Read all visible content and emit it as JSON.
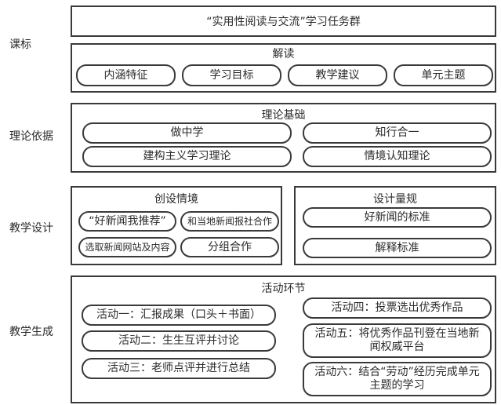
{
  "top_title": "“实用性阅读与交流”学习任务群",
  "rows": {
    "kebiao": "课标",
    "lilun": "理论依据",
    "sheji": "教学设计",
    "shengcheng": "教学生成"
  },
  "jiedu": {
    "heading": "解读",
    "items": [
      "内涵特征",
      "学习目标",
      "教学建议",
      "单元主题"
    ]
  },
  "lilun_jichu": {
    "heading": "理论基础",
    "items": [
      "做中学",
      "知行合一",
      "建构主义学习理论",
      "情境认知理论"
    ]
  },
  "chuangshe": {
    "heading": "创设情境",
    "items": [
      "“好新闻我推荐”",
      "和当地新闻报社合作",
      "选取新闻网站及内容",
      "分组合作"
    ]
  },
  "liangui": {
    "heading": "设计量规",
    "items": [
      "好新闻的标准",
      "解释标准"
    ]
  },
  "huodong": {
    "heading": "活动环节",
    "items": [
      "活动一：汇报成果（口头＋书面）",
      "活动二：生生互评并讨论",
      "活动三：老师点评并进行总结",
      "活动四：投票选出优秀作品",
      "活动五：将优秀作品刊登在当地新闻权威平台",
      "活动六：结合“劳动”经历完成单元主题的学习"
    ]
  }
}
